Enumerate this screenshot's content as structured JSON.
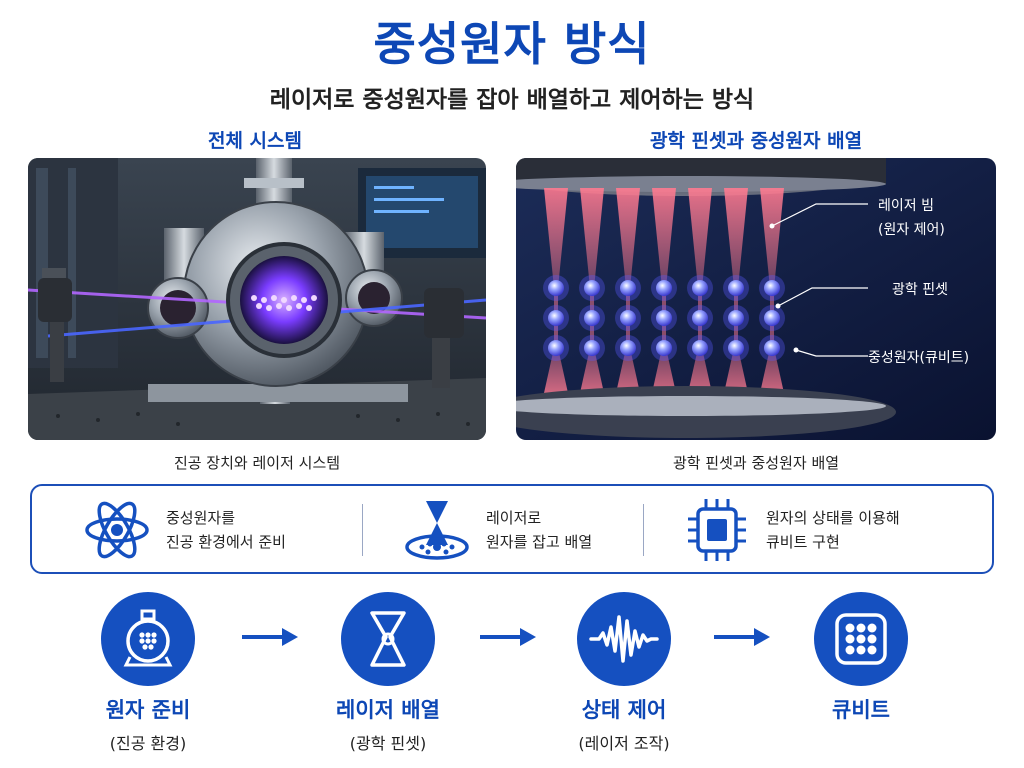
{
  "title": "중성원자 방식",
  "subtitle": "레이저로 중성원자를 잡아 배열하고 제어하는 방식",
  "panels": {
    "left": {
      "title": "전체 시스템",
      "caption": "진공 장치와 레이저 시스템"
    },
    "right": {
      "title": "광학 핀셋과 중성원자 배열",
      "caption": "광학 핀셋과 중성원자 배열",
      "labels": {
        "beam_line1": "레이저 빔",
        "beam_line2": "(원자 제어)",
        "tweezer": "광학 핀셋",
        "atom": "중성원자(큐비트)"
      },
      "array": {
        "columns": 7,
        "rows": 3
      }
    }
  },
  "info": [
    {
      "icon": "atom-icon",
      "line1": "중성원자를",
      "line2": "진공 환경에서 준비"
    },
    {
      "icon": "laser-trap-icon",
      "line1": "레이저로",
      "line2": "원자를 잡고 배열"
    },
    {
      "icon": "chip-icon",
      "line1": "원자의 상태를 이용해",
      "line2": "큐비트 구현"
    }
  ],
  "steps": [
    {
      "icon": "vacuum-chamber-icon",
      "label": "원자 준비",
      "sub": "(진공 환경)"
    },
    {
      "icon": "hourglass-beam-icon",
      "label": "레이저 배열",
      "sub": "(광학 핀셋)"
    },
    {
      "icon": "waveform-icon",
      "label": "상태 제어",
      "sub": "(레이저 조작)"
    },
    {
      "icon": "qubit-grid-icon",
      "label": "큐비트",
      "sub": ""
    }
  ],
  "colors": {
    "primary": "#0d47b5",
    "accent": "#1550c0",
    "laser_red": "#ff6f8a",
    "atom_blue": "#6b7bff"
  }
}
